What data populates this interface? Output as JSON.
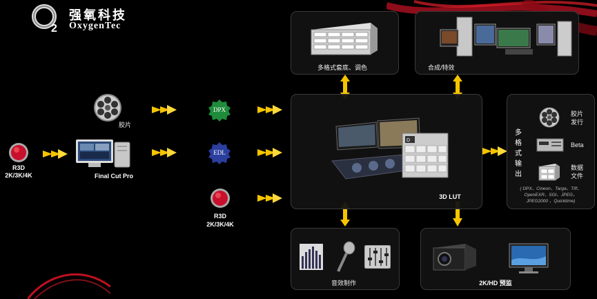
{
  "brand": {
    "cn": "强氧科技",
    "en": "OxygenTec",
    "logo_mark": "O2"
  },
  "sources": {
    "film_label": "胶片",
    "r3d_label": "R3D",
    "r3d_res": "2K/3K/4K",
    "fcp_label": "Final Cut Pro",
    "dpx_badge": "DPX",
    "edl_badge": "EDL",
    "r3d2_label": "R3D",
    "r3d2_res": "2K/3K/4K"
  },
  "boxes": {
    "grading": "多格式套底、调色",
    "compositing": "合成/特效",
    "center_lut": "3D LUT",
    "audio": "音效制作",
    "preview": "2K/HD 预监"
  },
  "output": {
    "vertical_title": "多格式输出",
    "items": [
      "胶片发行",
      "Beta",
      "数据文件"
    ],
    "formats": "( DPX、Cineon、Targa、Tiff、OpenEXR、SGI、JPEG、JPEG2000 、Quicktime)"
  },
  "colors": {
    "accent_red": "#c8102e",
    "arrow_yellow": "#f5c400",
    "dpx_green": "#1e8c3a",
    "edl_blue": "#2a3f9e"
  }
}
